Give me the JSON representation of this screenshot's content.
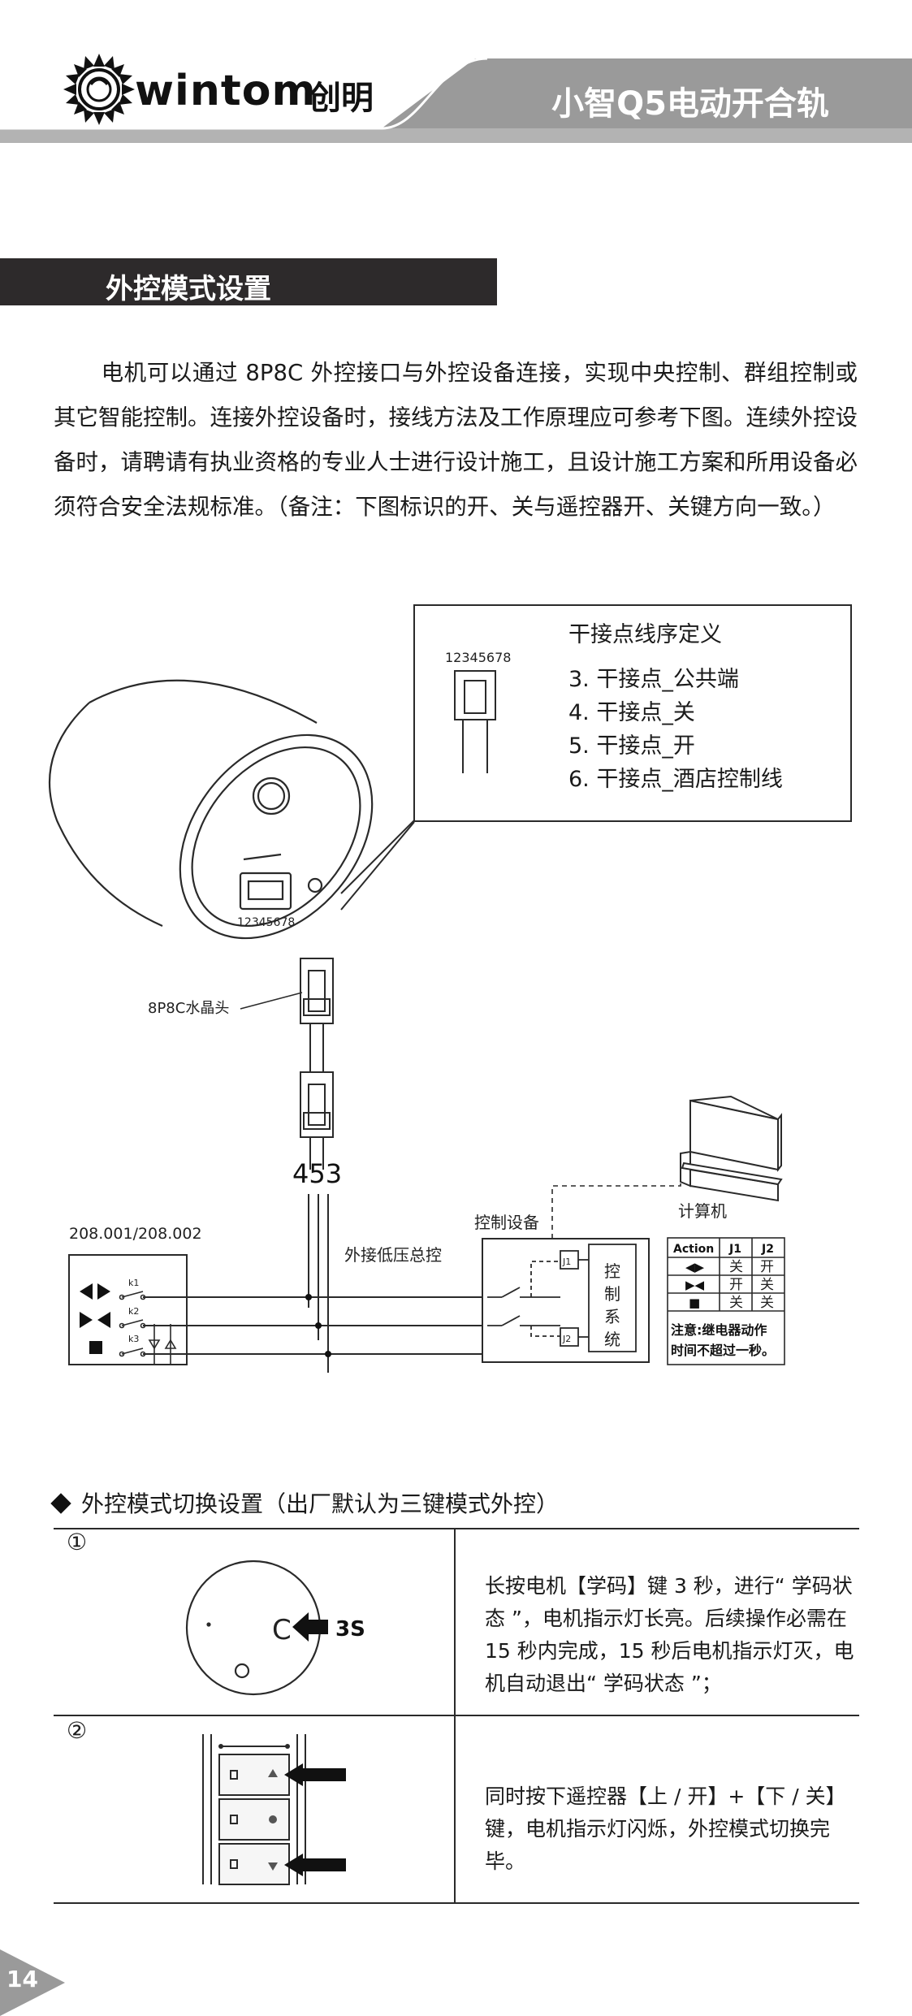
{
  "header": {
    "brand_name": "wintom",
    "brand_cn": "创明",
    "product_title": "小智Q5电动开合轨"
  },
  "section": {
    "title": "外控模式设置"
  },
  "intro": {
    "text": "电机可以通过 8P8C 外控接口与外控设备连接，实现中央控制、群组控制或其它智能控制。连接外控设备时，接线方法及工作原理应可参考下图。连续外控设备时，请聘请有执业资格的专业人士进行设计施工，且设计施工方案和所用设备必须符合安全法规标准。（备注：下图标识的开、关与遥控器开、关键方向一致。）"
  },
  "diagram": {
    "pin_label_box": "12345678",
    "pin_label_motor": "12345678",
    "callout_title": "干接点线序定义",
    "callout_lines": [
      "3. 干接点_公共端",
      "4. 干接点_关",
      "5. 干接点_开",
      "6. 干接点_酒店控制线"
    ],
    "connector_label": "8P8C水晶头",
    "wire_label": "453",
    "switch_model": "208.001/208.002",
    "switch_keys": [
      "k1",
      "k2",
      "k3"
    ],
    "bus_label": "外接低压总控",
    "control_device_label": "控制设备",
    "computer_label": "计算机",
    "relay_labels": [
      "J1",
      "J2"
    ],
    "control_system_label": [
      "控",
      "制",
      "系",
      "统"
    ],
    "action_table": {
      "headers": [
        "Action",
        "J1",
        "J2"
      ],
      "rows": [
        {
          "action": "◀▶",
          "j1": "关",
          "j2": "开"
        },
        {
          "action": "▶◀",
          "j1": "开",
          "j2": "关"
        },
        {
          "action": "■",
          "j1": "关",
          "j2": "关"
        }
      ],
      "note": [
        "注意:继电器动作",
        "时间不超过一秒。"
      ]
    }
  },
  "mode_switch": {
    "heading": "外控模式切换设置（出厂默认为三键模式外控）",
    "steps": [
      {
        "num": "①",
        "badge": "3S",
        "text": "长按电机【学码】键 3 秒，进行“ 学码状态 ”，电机指示灯长亮。后续操作必需在 15 秒内完成，15 秒后电机指示灯灭，电机自动退出“ 学码状态 ”；"
      },
      {
        "num": "②",
        "text": "同时按下遥控器【上 / 开】+【下 / 关】键，电机指示灯闪烁，外控模式切换完毕。"
      }
    ]
  },
  "footer": {
    "page_number": "14"
  },
  "colors": {
    "header_gray": "#9a9a9a",
    "section_bar": "#2d2a2b",
    "line": "#2a2a2a"
  }
}
